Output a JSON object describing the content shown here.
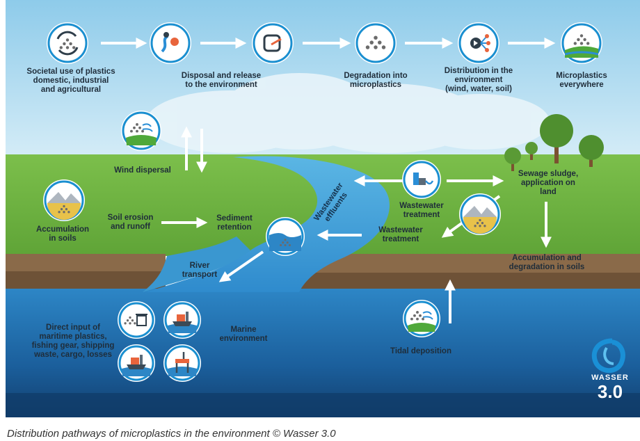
{
  "diagram": {
    "top_steps": [
      {
        "label": "Societal use of plastics\ndomestic, industrial\nand agricultural",
        "icon": "recycle-cycle-icon"
      },
      {
        "label": "Disposal and release\nto the environment",
        "icon": "route-pin-icon"
      },
      {
        "label": "Degradation into\nmicroplastics",
        "icon": "particles-icon"
      },
      {
        "label": "Distribution in the\nenvironment\n(wind, water, soil)",
        "icon": "distribution-icon"
      },
      {
        "label": "Microplastics\neverywhere",
        "icon": "particles-landscape-icon"
      }
    ],
    "labels": {
      "wind_dispersal": "Wind dispersal",
      "accumulation_soils": "Accumulation\nin soils",
      "soil_erosion": "Soil erosion\nand runoff",
      "sediment_retention": "Sediment\nretention",
      "wastewater_effluents": "Wastewater\neffluents",
      "wastewater_treatment_1": "Wastewater\ntreatment",
      "wastewater_treatment_2": "Wastewater\ntreatment",
      "sewage_sludge": "Sewage sludge,\napplication on\nland",
      "accumulation_degradation": "Accumulation and\ndegradation in soils",
      "river_transport": "River\ntransport",
      "marine_environment": "Marine\nenvironment",
      "direct_input": "Direct input of\nmaritime plastics,\nfishing gear, shipping\nwaste, cargo, losses",
      "tidal_deposition": "Tidal deposition"
    },
    "logo": {
      "word": "WASSER",
      "number": "3.0"
    },
    "colors": {
      "sky": "#a9d8ee",
      "grass": "#6fb444",
      "soil": "#8a6a49",
      "river": "#3f9bd3",
      "sea": "#1c6aa8",
      "icon_ring": "#1a8fd0",
      "text_dark": "#1f2d3a"
    }
  },
  "caption": "Distribution pathways of microplastics in the environment © Wasser 3.0"
}
